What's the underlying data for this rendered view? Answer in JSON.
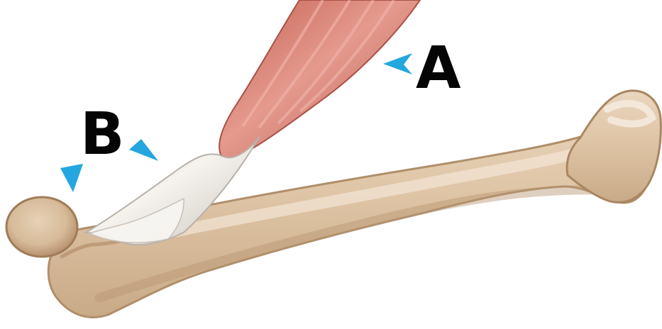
{
  "labels": {
    "a": "A",
    "b": "B"
  },
  "icons": {
    "marker": "triangle-arrow"
  },
  "colors": {
    "marker": "#24a6df",
    "label": "#050505",
    "bone": "#dcc3a4",
    "muscle": "#d67f70",
    "tendon": "#e9e5df"
  }
}
